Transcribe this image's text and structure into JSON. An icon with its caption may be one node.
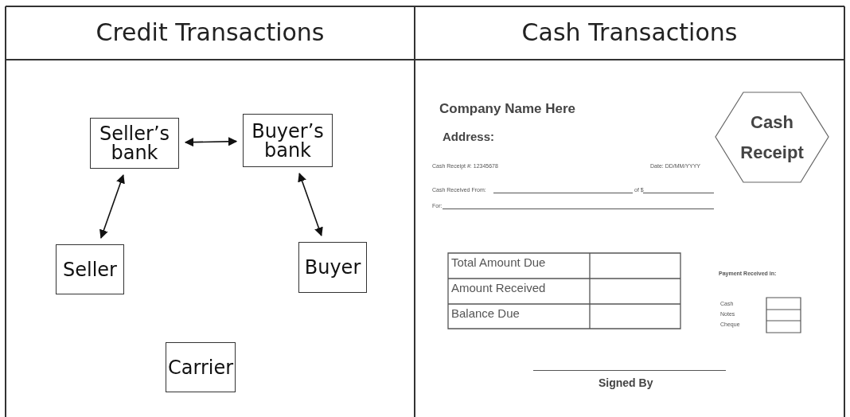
{
  "diagram": {
    "nodes": [
      {
        "text": [
          "Seller’s bank"
        ]
      },
      {
        "text": [
          "Buyer’s bank"
        ]
      },
      {
        "text": [
          "Seller"
        ]
      },
      {
        "text": [
          "Buyer"
        ]
      },
      {
        "text": [
          "Carrier"
        ]
      },
      {
        "text": [
          "Cash Receipt"
        ]
      }
    ],
    "edges": [
      {
        "from": 0,
        "to": 1,
        "arrow": "both"
      },
      {
        "from": 0,
        "to": 2,
        "arrow": "both"
      },
      {
        "from": 1,
        "to": 3,
        "arrow": "both"
      }
    ],
    "labels": [
      "Credit Transactions",
      "Cash Transactions",
      "Company Name Here",
      "Address:",
      "Cash Receipt #: 12345678",
      "Date: DD/MM/YYYY",
      "Cash Received From:",
      "of $",
      "For:",
      "Total Amount Due",
      "Amount Received",
      "Balance Due",
      "Payment Received in:",
      "Cash",
      "Notes",
      "Cheque",
      "Signed By"
    ]
  }
}
